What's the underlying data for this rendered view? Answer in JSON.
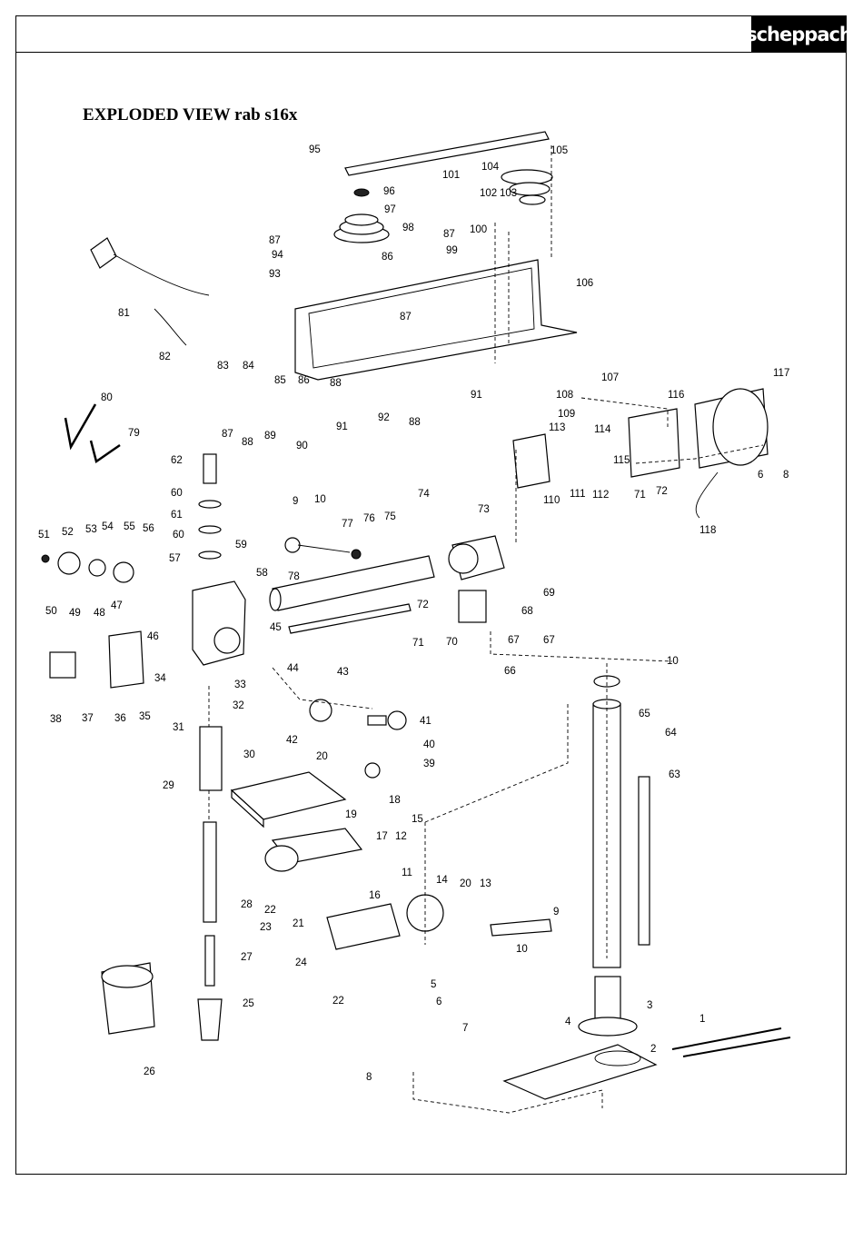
{
  "brand": {
    "logo_text": "scheppach"
  },
  "title": "EXPLODED VIEW rab s16x",
  "part_labels": {
    "p1": "1",
    "p2": "2",
    "p3": "3",
    "p4": "4",
    "p5": "5",
    "p6": "6",
    "p6b": "6",
    "p7": "7",
    "p8": "8",
    "p8b": "8",
    "p9": "9",
    "p9b": "9",
    "p10": "10",
    "p10b": "10",
    "p10c": "10",
    "p11": "11",
    "p12": "12",
    "p13": "13",
    "p14": "14",
    "p15": "15",
    "p16": "16",
    "p17": "17",
    "p18": "18",
    "p19": "19",
    "p20": "20",
    "p20b": "20",
    "p21": "21",
    "p22": "22",
    "p22b": "22",
    "p23": "23",
    "p24": "24",
    "p25": "25",
    "p26": "26",
    "p27": "27",
    "p28": "28",
    "p29": "29",
    "p30": "30",
    "p31": "31",
    "p32": "32",
    "p33": "33",
    "p34": "34",
    "p35": "35",
    "p36": "36",
    "p37": "37",
    "p38": "38",
    "p39": "39",
    "p40": "40",
    "p41": "41",
    "p42": "42",
    "p43": "43",
    "p44": "44",
    "p45": "45",
    "p46": "46",
    "p47": "47",
    "p48": "48",
    "p49": "49",
    "p50": "50",
    "p51": "51",
    "p52": "52",
    "p53": "53",
    "p54": "54",
    "p55": "55",
    "p56": "56",
    "p57": "57",
    "p58": "58",
    "p59": "59",
    "p60": "60",
    "p60b": "60",
    "p61": "61",
    "p62": "62",
    "p63": "63",
    "p64": "64",
    "p65": "65",
    "p66": "66",
    "p67": "67",
    "p67b": "67",
    "p68": "68",
    "p69": "69",
    "p70": "70",
    "p71": "71",
    "p71b": "71",
    "p72": "72",
    "p72b": "72",
    "p73": "73",
    "p74": "74",
    "p75": "75",
    "p76": "76",
    "p77": "77",
    "p78": "78",
    "p79": "79",
    "p80": "80",
    "p81": "81",
    "p82": "82",
    "p83": "83",
    "p84": "84",
    "p85": "85",
    "p86": "86",
    "p86b": "86",
    "p87": "87",
    "p87b": "87",
    "p87c": "87",
    "p87d": "87",
    "p88": "88",
    "p88b": "88",
    "p88c": "88",
    "p89": "89",
    "p90": "90",
    "p91": "91",
    "p91b": "91",
    "p92": "92",
    "p93": "93",
    "p94": "94",
    "p95": "95",
    "p96": "96",
    "p97": "97",
    "p98": "98",
    "p99": "99",
    "p100": "100",
    "p101": "101",
    "p102": "102",
    "p103": "103",
    "p104": "104",
    "p105": "105",
    "p106": "106",
    "p107": "107",
    "p108": "108",
    "p109": "109",
    "p110": "110",
    "p111": "111",
    "p112": "112",
    "p113": "113",
    "p114": "114",
    "p115": "115",
    "p116": "116",
    "p117": "117",
    "p118": "118"
  }
}
